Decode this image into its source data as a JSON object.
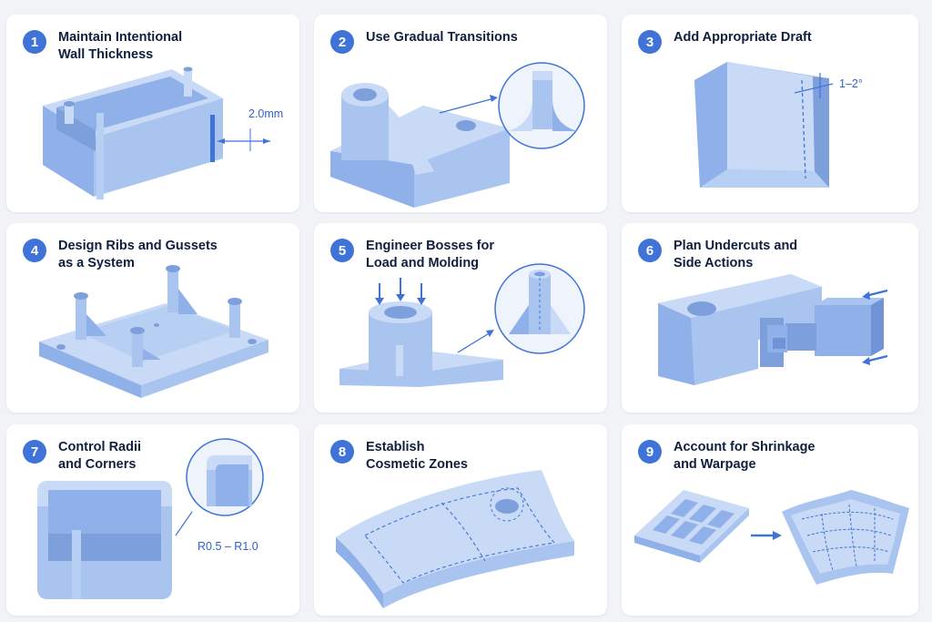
{
  "colors": {
    "accent": "#3f73d8",
    "part_fill": "#a9c4ef",
    "part_shadow": "#7d9fdc",
    "part_light": "#c9daf6",
    "title": "#0f1f3d",
    "background": "#f1f3f7",
    "card": "#ffffff"
  },
  "cards": [
    {
      "number": "1",
      "title_lines": [
        "Maintain Intentional",
        "Wall Thickness"
      ],
      "callout": "2.0mm"
    },
    {
      "number": "2",
      "title_lines": [
        "Use Gradual Transitions"
      ]
    },
    {
      "number": "3",
      "title_lines": [
        "Add Appropriate Draft"
      ],
      "callout": "1–2°"
    },
    {
      "number": "4",
      "title_lines": [
        "Design Ribs and Gussets",
        "as a System"
      ]
    },
    {
      "number": "5",
      "title_lines": [
        "Engineer Bosses for",
        "Load and Molding"
      ]
    },
    {
      "number": "6",
      "title_lines": [
        "Plan Undercuts and",
        "Side Actions"
      ]
    },
    {
      "number": "7",
      "title_lines": [
        "Control Radii",
        "and Corners"
      ],
      "callout": "R0.5 – R1.0"
    },
    {
      "number": "8",
      "title_lines": [
        "Establish",
        "Cosmetic Zones"
      ]
    },
    {
      "number": "9",
      "title_lines": [
        "Account for Shrinkage",
        "and Warpage"
      ]
    }
  ]
}
